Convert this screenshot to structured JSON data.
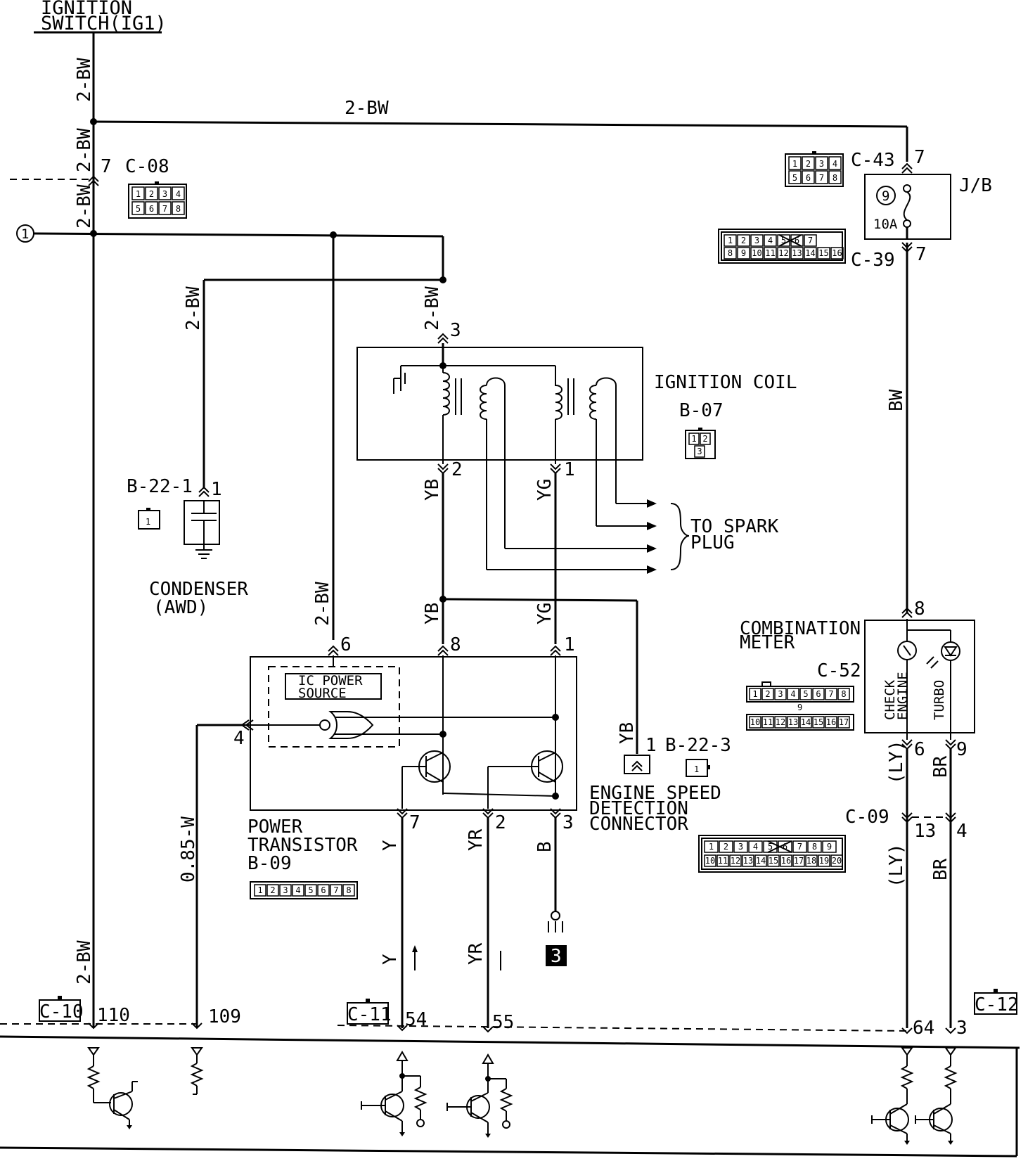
{
  "labels": {
    "ignition_switch_1": "IGNITION",
    "ignition_switch_2": "SWITCH(IG1)",
    "ignition_coil": "IGNITION COIL",
    "to_spark_plug_1": "TO SPARK",
    "to_spark_plug_2": "PLUG",
    "condenser_1": "CONDENSER",
    "condenser_2": "(AWD)",
    "power_transistor_1": "POWER",
    "power_transistor_2": "TRANSISTOR",
    "ic_power_source_1": "IC POWER",
    "ic_power_source_2": "SOURCE",
    "engine_speed_1": "ENGINE SPEED",
    "engine_speed_2": "DETECTION",
    "engine_speed_3": "CONNECTOR",
    "combination_meter_1": "COMBINATION",
    "combination_meter_2": "METER",
    "check_engine_1": "CHECK",
    "check_engine_2": "ENGINE",
    "turbo": "TURBO",
    "jb": "J/B",
    "fuse_number": "9",
    "fuse_rating": "10A",
    "circle_ref": "1",
    "ground_ref": "3"
  },
  "connectors": {
    "c08": "C-08",
    "c43": "C-43",
    "c39": "C-39",
    "b07": "B-07",
    "b22_1": "B-22-1",
    "b22_3": "B-22-3",
    "b09": "B-09",
    "c52": "C-52",
    "c09": "C-09",
    "c10": "C-10",
    "c11": "C-11",
    "c12": "C-12"
  },
  "wires": {
    "bw2": "2-BW",
    "bw": "BW",
    "yb": "YB",
    "yg": "YG",
    "y": "Y",
    "yr": "YR",
    "b": "B",
    "w085": "0.85-W",
    "ly": "(LY)",
    "br": "BR"
  },
  "pins": {
    "p7": "7",
    "p3": "3",
    "p2": "2",
    "p1": "1",
    "p6": "6",
    "p8": "8",
    "p4": "4",
    "p9": "9",
    "p13": "13",
    "p110": "110",
    "p109": "109",
    "p54": "54",
    "p55": "55",
    "p64": "64"
  },
  "connector_faces": {
    "c08_top": [
      "1",
      "2",
      "3",
      "4"
    ],
    "c08_bot": [
      "5",
      "6",
      "7",
      "8"
    ],
    "c43_top": [
      "1",
      "2",
      "3",
      "4"
    ],
    "c43_bot": [
      "5",
      "6",
      "7",
      "8"
    ],
    "c39_top": [
      "1",
      "2",
      "3",
      "4",
      "5",
      "6",
      "7"
    ],
    "c39_bot": [
      "8",
      "9",
      "10",
      "11",
      "12",
      "13",
      "14",
      "15",
      "16"
    ],
    "b07_top": [
      "1",
      "2"
    ],
    "b07_bot": [
      "3"
    ],
    "b22_1_face": "1",
    "b22_3_face": "1",
    "b09_face": [
      "1",
      "2",
      "3",
      "4",
      "5",
      "6",
      "7",
      "8"
    ],
    "c52_top": [
      "1",
      "2",
      "3",
      "4",
      "5",
      "6",
      "7",
      "8"
    ],
    "c52_mid": "9",
    "c52_bot": [
      "10",
      "11",
      "12",
      "13",
      "14",
      "15",
      "16",
      "17"
    ],
    "c09_top": [
      "1",
      "2",
      "3",
      "4",
      "5",
      "6",
      "7",
      "8",
      "9"
    ],
    "c09_bot": [
      "10",
      "11",
      "12",
      "13",
      "14",
      "15",
      "16",
      "17",
      "18",
      "19",
      "20"
    ]
  }
}
